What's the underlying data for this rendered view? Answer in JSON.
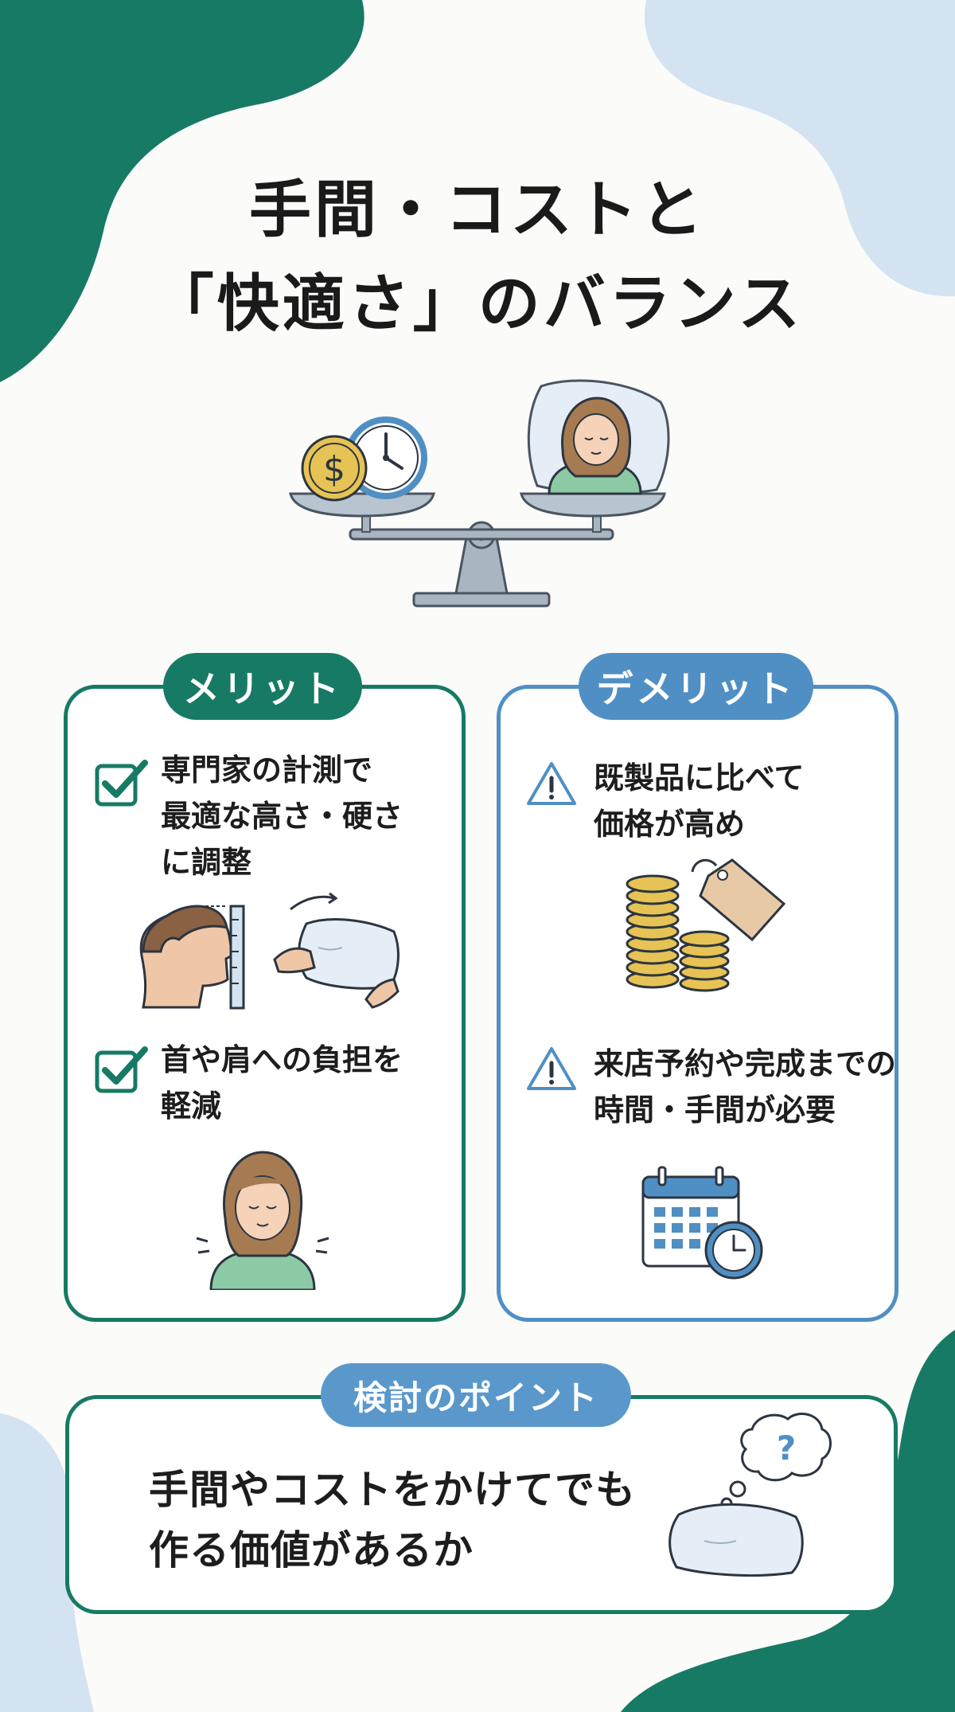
{
  "title": {
    "line1": "手間・コストと",
    "line2": "「快適さ」のバランス"
  },
  "merit": {
    "label": "メリット",
    "items": [
      {
        "lines": [
          "専門家の計測で",
          "最適な高さ・硬さ",
          "に調整"
        ],
        "icon": "check-icon"
      },
      {
        "lines": [
          "首や肩への負担を",
          "軽減"
        ],
        "icon": "check-icon"
      }
    ]
  },
  "demerit": {
    "label": "デメリット",
    "items": [
      {
        "lines": [
          "既製品に比べて",
          "価格が高め"
        ],
        "icon": "warning-icon"
      },
      {
        "lines": [
          "来店予約や完成までの",
          "時間・手間が必要"
        ],
        "icon": "warning-icon"
      }
    ]
  },
  "point": {
    "label": "検討のポイント",
    "lines": [
      "手間やコストをかけてでも",
      "作る価値があるか"
    ]
  },
  "illustration_symbols": {
    "coin_symbol": "$",
    "thought_symbol": "?"
  },
  "colors": {
    "green": "#177a64",
    "blue": "#4f8fc4",
    "light_blue": "#d3e3f1",
    "gold": "#e6c354"
  }
}
